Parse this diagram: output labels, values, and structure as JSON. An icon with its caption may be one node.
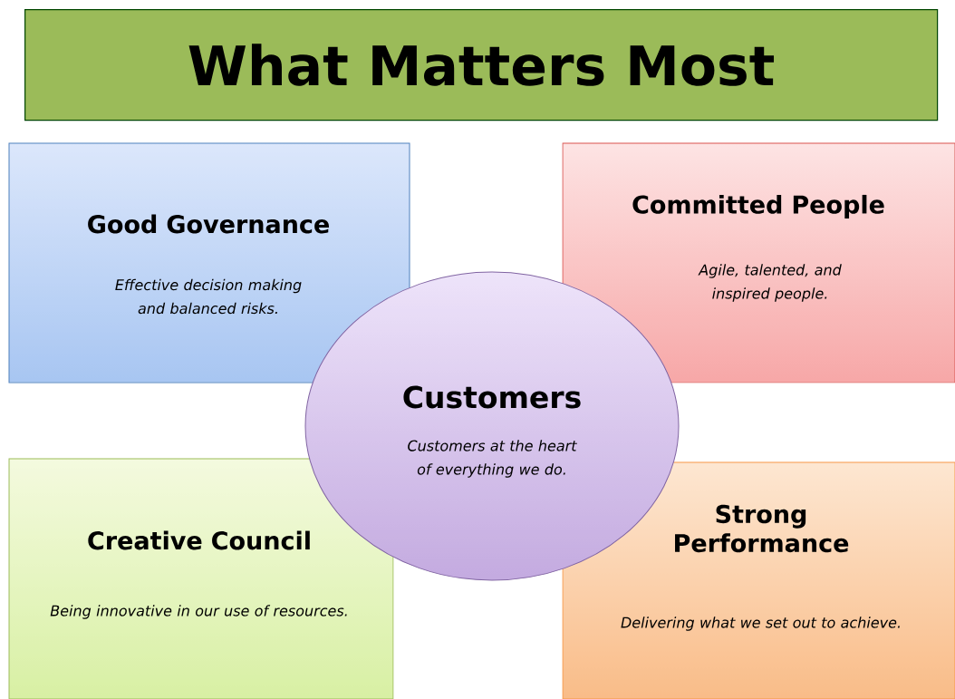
{
  "diagram": {
    "title": "What Matters Most",
    "nodes": [
      {
        "text": [
          "Good Governance",
          "Effective decision making and balanced risks."
        ]
      },
      {
        "text": [
          "Committed People",
          "Agile, talented, and inspired people."
        ]
      },
      {
        "text": [
          "Customers",
          "Customers at the heart of everything we do."
        ]
      },
      {
        "text": [
          "Creative Council",
          "Being innovative in our use of resources."
        ]
      },
      {
        "text": [
          "Strong Performance",
          "Delivering what we set out to achieve."
        ]
      }
    ],
    "edges": []
  }
}
